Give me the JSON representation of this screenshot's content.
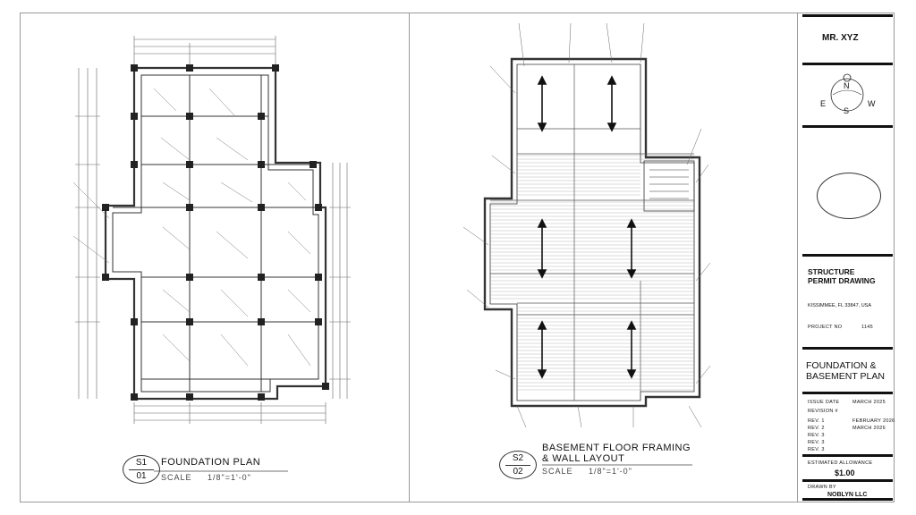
{
  "left_plan": {
    "sheet_no": "S1",
    "sheet_index": "01",
    "title": "FOUNDATION PLAN",
    "scale_label": "SCALE",
    "scale_value": "1/8\"=1'-0\""
  },
  "right_plan": {
    "sheet_no": "S2",
    "sheet_index": "02",
    "title_line1": "BASEMENT FLOOR FRAMING",
    "title_line2": "& WALL LAYOUT",
    "scale_label": "SCALE",
    "scale_value": "1/8\"=1'-0\""
  },
  "title_block": {
    "client": "MR. XYZ",
    "compass": {
      "n": "N",
      "s": "S",
      "e": "E",
      "w": "W"
    },
    "project_title_line1": "STRUCTURE",
    "project_title_line2": "PERMIT DRAWING",
    "address": "KISSIMMEE, FL 33847, USA",
    "project_no_label": "PROJECT NO",
    "project_no": "1145",
    "drawing_title_line1": "FOUNDATION &",
    "drawing_title_line2": "BASEMENT PLAN",
    "issue_label": "ISSUE DATE",
    "issue_date": "MARCH 2025",
    "revision_label": "REVISION #",
    "revisions": [
      {
        "rev": "REV. 1",
        "date": "FEBRUARY 2026"
      },
      {
        "rev": "REV. 2",
        "date": "MARCH 2026"
      },
      {
        "rev": "REV. 3",
        "date": ""
      },
      {
        "rev": "REV. 3",
        "date": ""
      },
      {
        "rev": "REV. 3",
        "date": ""
      }
    ],
    "estimated_label": "ESTIMATED ALLOWANCE",
    "amount": "$1.00",
    "drawn_label": "DRAWN BY",
    "drawn_by": "NOBLYN LLC"
  }
}
